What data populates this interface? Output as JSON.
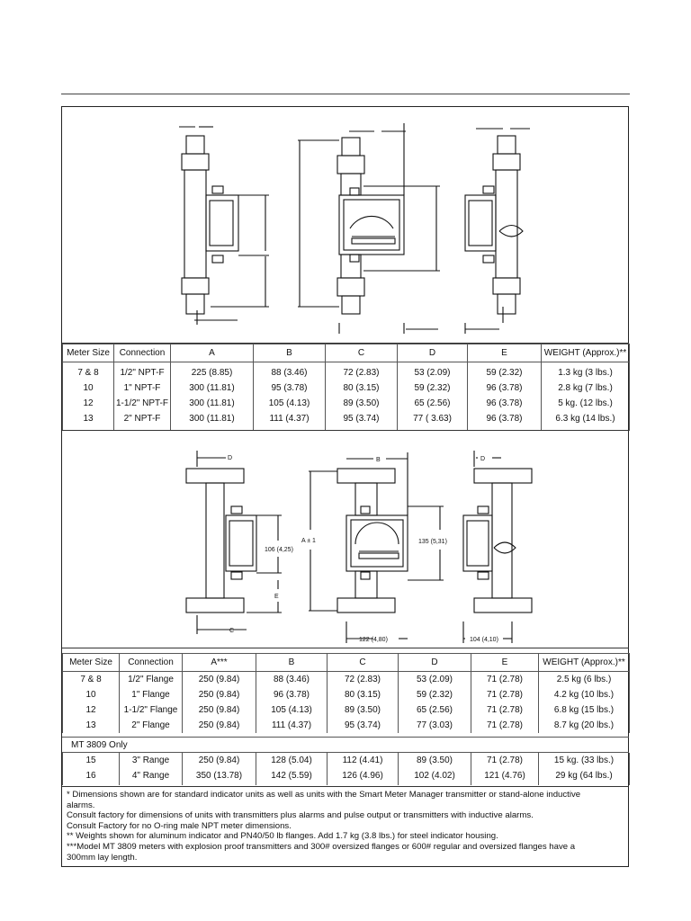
{
  "table1": {
    "headers": [
      "Meter Size",
      "Connection",
      "A",
      "B",
      "C",
      "D",
      "E",
      "WEIGHT (Approx.)**"
    ],
    "rows": [
      [
        "7 & 8",
        "1/2\" NPT-F",
        "225 (8.85)",
        "88 (3.46)",
        "72 (2.83)",
        "53 (2.09)",
        "59 (2.32)",
        "1.3 kg (3 lbs.)"
      ],
      [
        "10",
        "1\" NPT-F",
        "300 (11.81)",
        "95 (3.78)",
        "80 (3.15)",
        "59 (2.32)",
        "96 (3.78)",
        "2.8 kg (7 lbs.)"
      ],
      [
        "12",
        "1-1/2\" NPT-F",
        "300 (11.81)",
        "105 (4.13)",
        "89 (3.50)",
        "65 (2.56)",
        "96 (3.78)",
        "5 kg. (12 lbs.)"
      ],
      [
        "13",
        "2\" NPT-F",
        "300 (11.81)",
        "111 (4.37)",
        "95 (3.74)",
        "77 ( 3.63)",
        "96 (3.78)",
        "6.3 kg (14 lbs.)"
      ]
    ]
  },
  "drawing2_labels": {
    "d_left": "D",
    "c_left": "C",
    "dim_106": "106 (4,25)",
    "e_left": "E",
    "b_center": "B",
    "a_center": "A ± 1",
    "dim_135": "135 (5,31)",
    "dim_122": "122 (4,80)",
    "d_right": "D",
    "dim_104": "104 (4,10)"
  },
  "table2": {
    "headers": [
      "Meter Size",
      "Connection",
      "A***",
      "B",
      "C",
      "D",
      "E",
      "WEIGHT (Approx.)**"
    ],
    "rows": [
      [
        "7 & 8",
        "1/2\" Flange",
        "250 (9.84)",
        "88 (3.46)",
        "72 (2.83)",
        "53 (2.09)",
        "71 (2.78)",
        "2.5 kg (6 lbs.)"
      ],
      [
        "10",
        "1\" Flange",
        "250 (9.84)",
        "96 (3.78)",
        "80 (3.15)",
        "59 (2.32)",
        "71 (2.78)",
        "4.2 kg (10 lbs.)"
      ],
      [
        "12",
        "1-1/2\" Flange",
        "250 (9.84)",
        "105 (4.13)",
        "89 (3.50)",
        "65 (2.56)",
        "71 (2.78)",
        "6.8 kg (15 lbs.)"
      ],
      [
        "13",
        "2\" Flange",
        "250 (9.84)",
        "111 (4.37)",
        "95 (3.74)",
        "77 (3.03)",
        "71 (2.78)",
        "8.7 kg (20 lbs.)"
      ]
    ],
    "mt_only_label": "MT 3809 Only",
    "mt_rows": [
      [
        "15",
        "3\" Range",
        "250 (9.84)",
        "128 (5.04)",
        "112 (4.41)",
        "89 (3.50)",
        "71 (2.78)",
        "15 kg. (33 lbs.)"
      ],
      [
        "16",
        "4\" Range",
        "350 (13.78)",
        "142 (5.59)",
        "126 (4.96)",
        "102 (4.02)",
        "121 (4.76)",
        "29 kg (64 lbs.)"
      ]
    ]
  },
  "notes": [
    "*   Dimensions shown are for standard indicator units as well as units with the Smart Meter Manager transmitter or stand-alone inductive",
    "     alarms.",
    "     Consult factory for dimensions of units with transmitters plus alarms and pulse output or transmitters with inductive alarms.",
    "     Consult Factory for no O-ring male NPT meter dimensions.",
    "** Weights shown for aluminum indicator and PN40/50 lb flanges. Add 1.7 kg (3.8 lbs.) for steel indicator housing.",
    "***Model MT 3809 meters with explosion proof transmitters and 300# oversized flanges or 600# regular and oversized flanges have a",
    "     300mm lay length."
  ]
}
